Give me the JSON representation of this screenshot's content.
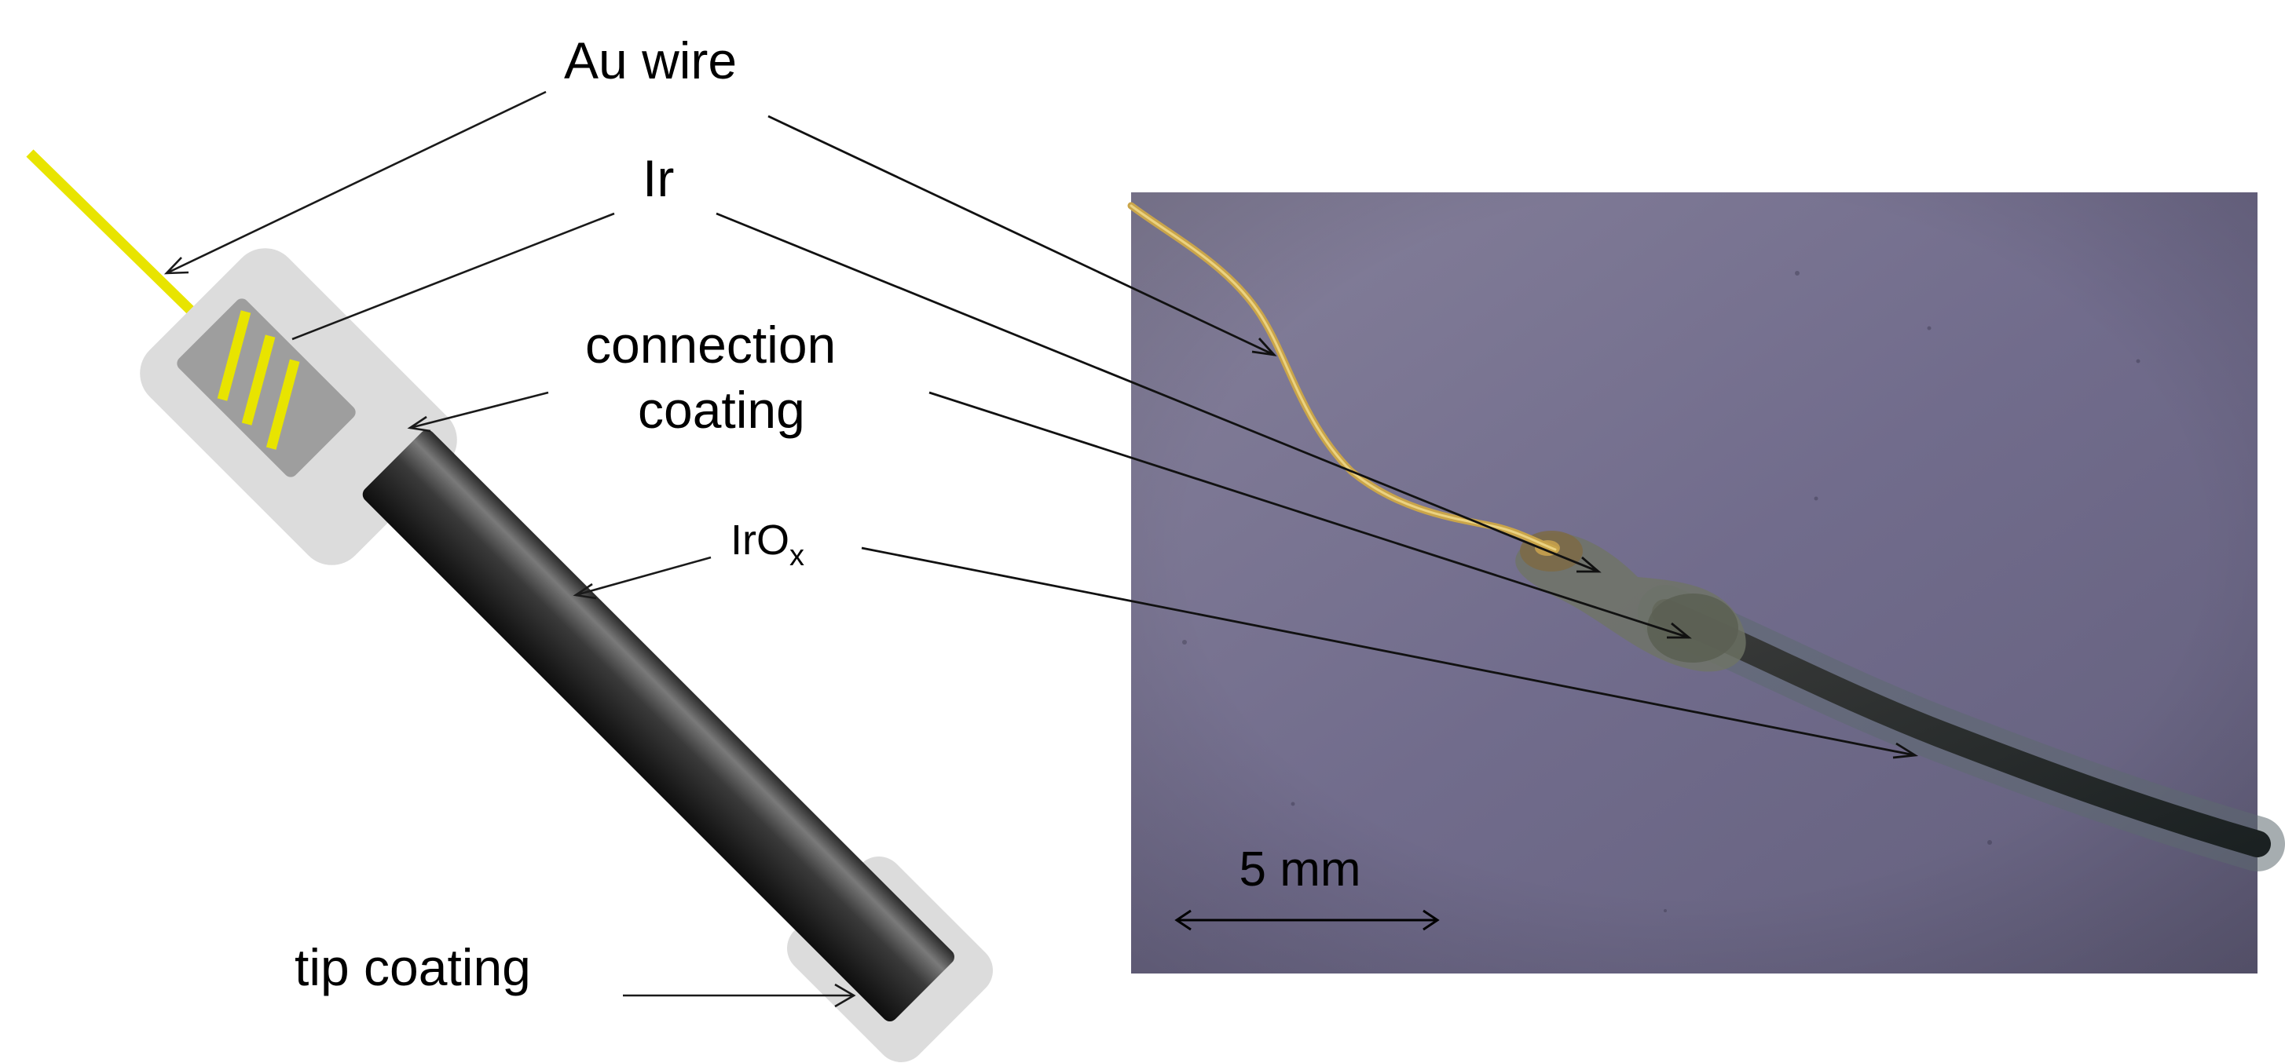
{
  "labels": {
    "au_wire": "Au wire",
    "ir": "Ir",
    "connection_coating_line1": "connection",
    "connection_coating_line2": "coating",
    "irox_base": "IrO",
    "irox_sub": "x",
    "tip_coating": "tip coating"
  },
  "photo": {
    "scale_bar_label": "5 mm"
  },
  "colors": {
    "au_wire": "#e8e400",
    "gold_stripes": "#e8e400",
    "coating": "#dcdcdc",
    "ir_body": "#9e9e9e",
    "irox_dark": "#151515",
    "irox_light": "#6a6a6a",
    "photo_background": "#6e6a8a"
  },
  "icons": {
    "arrowhead": "open-chevron-arrowhead"
  }
}
